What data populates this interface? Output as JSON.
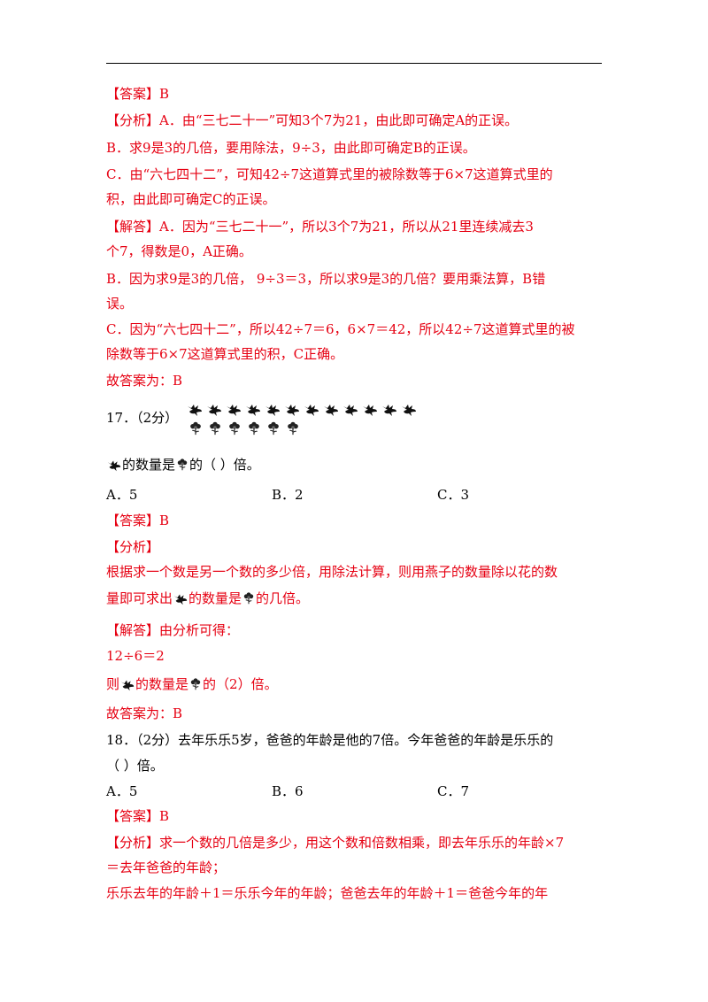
{
  "q16": {
    "answer": "【答案】B",
    "analysis": [
      "【分析】A．由“三七二十一”可知3个7为21，由此即可确定A的正误。",
      "B．求9是3的几倍，要用除法，9÷3，由此即可确定B的正误。",
      "C．由“六七四十二”，可知42÷7这道算式里的被除数等于6×7这道算式里的",
      "积，由此即可确定C的正误。"
    ],
    "solution": [
      "【解答】A．因为“三七二十一”，所以3个7为21，所以从21里连续减去3",
      "个7，得数是0，A正确。",
      "B．因为求9是3的几倍，  9÷3＝3，所以求9是3的几倍？要用乘法算，B错",
      "误。",
      "C．因为“六七四十二”，所以42÷7＝6，6×7＝42，所以42÷7这道算式里的被",
      "除数等于6×7这道算式里的积，C正确。"
    ],
    "final": "故答案为：B"
  },
  "q17": {
    "number": "17．（2分）",
    "question_suffix_1": "的数量是",
    "question_suffix_2": "的（          ）倍。",
    "options": [
      "A．5",
      "B．2",
      "C．3"
    ],
    "answer": "【答案】B",
    "analysis_label": "【分析】",
    "analysis_line1": "根据求一个数是另一个数的多少倍，用除法计算，则用燕子的数量除以花的数",
    "analysis_line2_a": "量即可求出",
    "analysis_line2_b": "的数量是",
    "analysis_line2_c": "的几倍。",
    "solution_label": "【解答】由分析可得：",
    "equation": "12÷6＝2",
    "conclusion_a": "则",
    "conclusion_b": "的数量是",
    "conclusion_c": "的（2）倍。",
    "final": "故答案为：B"
  },
  "q18": {
    "line1": "18．（2分）去年乐乐5岁，爸爸的年龄是他的7倍。今年爸爸的年龄是乐乐的",
    "line2": "（          ）倍。",
    "options": [
      "A．5",
      "B．6",
      "C．7"
    ],
    "answer": "【答案】B",
    "analysis": [
      "【分析】求一个数的几倍是多少，用这个数和倍数相乘，即去年乐乐的年龄×7",
      "＝去年爸爸的年龄；",
      "乐乐去年的年龄＋1＝乐乐今年的年龄；爸爸去年的年龄＋1＝爸爸今年的年"
    ]
  }
}
